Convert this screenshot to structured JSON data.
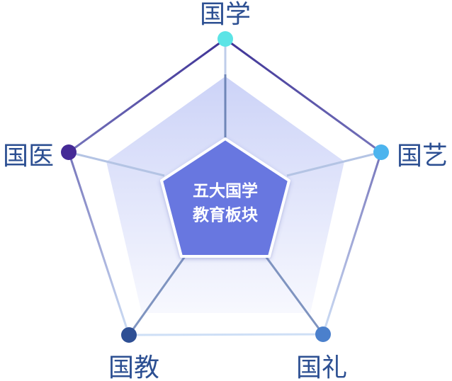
{
  "diagram": {
    "center": {
      "line1": "五大国学",
      "line2": "教育板块"
    },
    "nodes": [
      {
        "id": "guoxue",
        "label": "国学",
        "color": "#5ce4e6"
      },
      {
        "id": "guoyi",
        "label": "国艺",
        "color": "#4cb4ee"
      },
      {
        "id": "guoli",
        "label": "国礼",
        "color": "#4b80cc"
      },
      {
        "id": "guojiao",
        "label": "国教",
        "color": "#2e4f94"
      },
      {
        "id": "guoyiy",
        "label": "国医",
        "color": "#452a96"
      }
    ],
    "colors": {
      "center_fill": "#6777e0",
      "center_stroke": "#ffffff",
      "inner_fill_top": "#c3cbf6",
      "inner_fill_bottom": "#f6f7fe",
      "edge_top": "#3e3296",
      "edge_bottom": "#cfe0f6",
      "label": "#2c4f92"
    }
  }
}
